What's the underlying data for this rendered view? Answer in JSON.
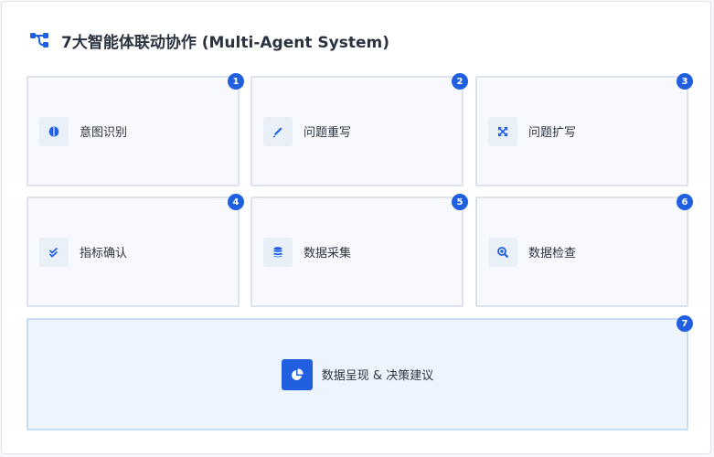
{
  "header": {
    "title": "7大智能体联动协作 (Multi-Agent System)",
    "icon": "network-icon"
  },
  "colors": {
    "accent": "#1f5fe0",
    "card_bg": "#f7f9fc",
    "card_border": "#dde3ec",
    "wide_card_bg": "#edf4fe",
    "text": "#2d3440"
  },
  "agents": [
    {
      "number": "1",
      "label": "意图识别",
      "icon": "brain-icon"
    },
    {
      "number": "2",
      "label": "问题重写",
      "icon": "pen-icon"
    },
    {
      "number": "3",
      "label": "问题扩写",
      "icon": "expand-icon"
    },
    {
      "number": "4",
      "label": "指标确认",
      "icon": "double-check-icon"
    },
    {
      "number": "5",
      "label": "数据采集",
      "icon": "database-icon"
    },
    {
      "number": "6",
      "label": "数据检查",
      "icon": "search-plus-icon"
    },
    {
      "number": "7",
      "label": "数据呈现 & 决策建议",
      "icon": "pie-chart-icon"
    }
  ]
}
